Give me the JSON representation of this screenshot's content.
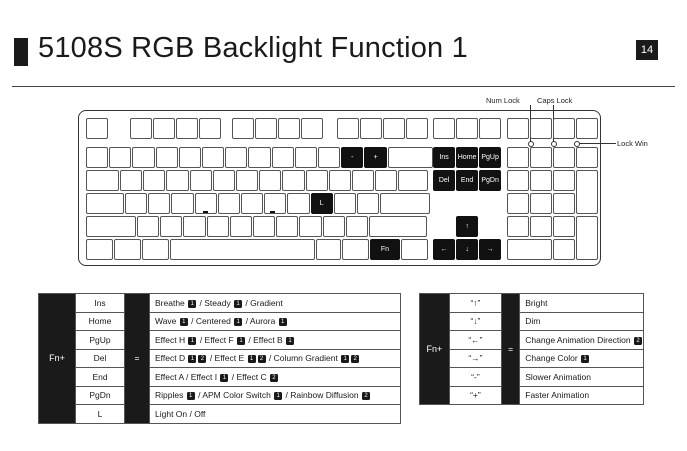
{
  "header": {
    "title": "5108S RGB Backlight Function 1",
    "page_number": "14"
  },
  "callouts": {
    "num_lock": "Num Lock",
    "caps_lock": "Caps Lock",
    "lock_win": "Lock Win"
  },
  "keys": {
    "minus": "-",
    "plus": "+",
    "l": "L",
    "fn": "Fn",
    "ins": "Ins",
    "home": "Home",
    "pgup": "PgUp",
    "del": "Del",
    "end": "End",
    "pgdn": "PgDn",
    "up": "↑",
    "left": "←",
    "down": "↓",
    "right": "→"
  },
  "table1": {
    "fn_label": "Fn+",
    "eq_label": "=",
    "rows": [
      {
        "key": "Ins",
        "parts": [
          {
            "t": "Breathe "
          },
          {
            "b": "1"
          },
          {
            "t": " / Steady "
          },
          {
            "b": "1"
          },
          {
            "t": " / Gradient"
          }
        ]
      },
      {
        "key": "Home",
        "parts": [
          {
            "t": "Wave "
          },
          {
            "b": "1"
          },
          {
            "t": " / Centered "
          },
          {
            "b": "1"
          },
          {
            "t": " / Aurora "
          },
          {
            "b": "1"
          }
        ]
      },
      {
        "key": "PgUp",
        "parts": [
          {
            "t": "Effect H "
          },
          {
            "b": "1"
          },
          {
            "t": " / Effect F "
          },
          {
            "b": "1"
          },
          {
            "t": " / Effect B "
          },
          {
            "b": "1"
          }
        ]
      },
      {
        "key": "Del",
        "parts": [
          {
            "t": "Effect D "
          },
          {
            "b": "1"
          },
          {
            "b": "2"
          },
          {
            "t": " / Effect E "
          },
          {
            "b": "1"
          },
          {
            "b": "2"
          },
          {
            "t": " / Column Gradient "
          },
          {
            "b": "1"
          },
          {
            "b": "2"
          }
        ]
      },
      {
        "key": "End",
        "parts": [
          {
            "t": "Effect A / Effect I "
          },
          {
            "b": "1"
          },
          {
            "t": " / Effect C "
          },
          {
            "b": "2"
          }
        ]
      },
      {
        "key": "PgDn",
        "parts": [
          {
            "t": "Ripples "
          },
          {
            "b": "1"
          },
          {
            "t": " / APM Color Switch "
          },
          {
            "b": "1"
          },
          {
            "t": " / Rainbow Diffusion "
          },
          {
            "b": "2"
          }
        ]
      },
      {
        "key": "L",
        "parts": [
          {
            "t": "Light On / Off"
          }
        ]
      }
    ]
  },
  "table2": {
    "fn_label": "Fn+",
    "eq_label": "=",
    "rows": [
      {
        "key": "“↑”",
        "parts": [
          {
            "t": "Bright"
          }
        ]
      },
      {
        "key": "“↓”",
        "parts": [
          {
            "t": "Dim"
          }
        ]
      },
      {
        "key": "“←”",
        "parts": [
          {
            "t": "Change Animation Direction "
          },
          {
            "b": "2"
          }
        ]
      },
      {
        "key": "“→”",
        "parts": [
          {
            "t": "Change Color "
          },
          {
            "b": "1"
          }
        ]
      },
      {
        "key": "“-”",
        "parts": [
          {
            "t": "Slower Animation"
          }
        ]
      },
      {
        "key": "“+”",
        "parts": [
          {
            "t": "Faster Animation"
          }
        ]
      }
    ]
  }
}
